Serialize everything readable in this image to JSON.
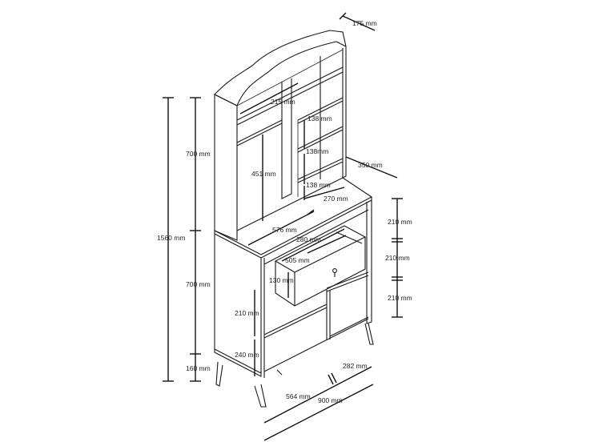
{
  "dimensions": {
    "depth_top": "175 mm",
    "depth_base": "350 mm",
    "inner_width_top": "215 mm",
    "shelf_1": "138 mm",
    "shelf_2": "138mm",
    "shelf_3": "138 mm",
    "inner_height_top": "451 mm",
    "top_section_height": "700 mm",
    "total_height": "1560 mm",
    "mid_section_height": "700 mm",
    "leg_height": "160 mm",
    "compartment_depth": "270 mm",
    "worktop_width": "576 mm",
    "drawer_depth": "280 mm",
    "drawer_width": "505 mm",
    "drawer_height": "130 mm",
    "right_compartment_1": "210 mm",
    "right_compartment_2": "210 mm",
    "right_compartment_3": "210 mm",
    "lower_left_compartment": "210 mm",
    "bottom_compartment": "240 mm",
    "right_base_width": "282 mm",
    "left_base_width": "564 mm",
    "total_width": "900 mm"
  }
}
